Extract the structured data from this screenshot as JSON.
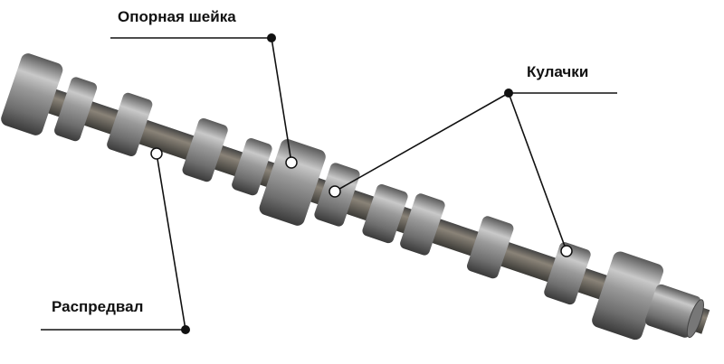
{
  "labels": {
    "journal": "Опорная шейка",
    "cams": "Кулачки",
    "camshaft": "Распредвал"
  },
  "colors": {
    "line": "#111111",
    "metal_light": "#d8d8d8",
    "metal_dark": "#3a3a3a"
  }
}
